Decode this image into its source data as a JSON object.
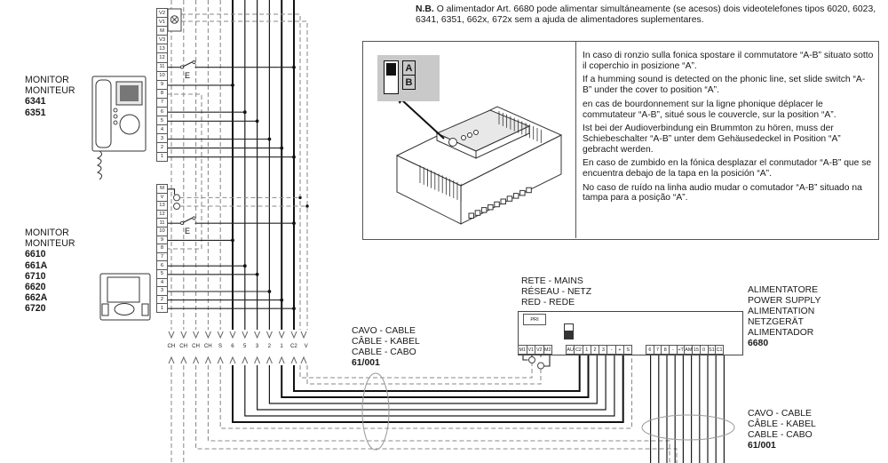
{
  "note": {
    "prefix": "N.B.",
    "text": "O alimentador Art. 6680 pode alimentar simultáneamente (se acesos) dois videotelefones tipos 6020, 6023, 6341, 6351, 662x, 672x sem a ajuda de alimentadores suplementares."
  },
  "instructions": {
    "paragraphs": [
      "In caso di ronzio sulla fonica spostare il commutatore “A-B” situato sotto il coperchio  in posizione “A”.",
      "If a humming sound is detected on the phonic line, set slide switch “A-B” under the cover to position “A”.",
      "en cas de bourdonnement sur la ligne phonique déplacer le commutateur “A-B”, situé sous le couvercle, sur la position “A”.",
      "Ist bei der Audioverbindung ein Brummton zu hören, muss der Schiebeschalter “A-B” unter dem Gehäusedeckel in Position “A” gebracht werden.",
      "En caso de zumbido en la fónica desplazar el conmutador “A-B” que se encuentra debajo de la tapa en la posición “A”.",
      "No caso de ruído na linha audio mudar o comutador “A-B” situado na tampa para a posição “A”."
    ]
  },
  "inset": {
    "switch_a": "A",
    "switch_b": "B"
  },
  "monitor1": {
    "titles": [
      "MONITOR",
      "MONITEUR"
    ],
    "models": [
      "6341",
      "6351"
    ],
    "terminals": [
      "V2",
      "V1",
      "M",
      "V3",
      "13",
      "12",
      "11",
      "10",
      "9",
      "8",
      "7",
      "6",
      "5",
      "4",
      "3",
      "2",
      "1"
    ]
  },
  "monitor2": {
    "titles": [
      "MONITOR",
      "MONITEUR"
    ],
    "models": [
      "6610",
      "661A",
      "6710",
      "6620",
      "662A",
      "6720"
    ],
    "terminals": [
      "M",
      "V",
      "13",
      "12",
      "11",
      "10",
      "9",
      "8",
      "7",
      "6",
      "5",
      "4",
      "3",
      "2",
      "1"
    ]
  },
  "switch_label": "E",
  "wire_labels": [
    "CH",
    "CH",
    "CH",
    "CH",
    "S",
    "6",
    "5",
    "3",
    "2",
    "1",
    "C2",
    "V"
  ],
  "cable_mid": {
    "lines": [
      "CAVO - CABLE",
      "CÂBLE - KABEL",
      "CABLE - CABO"
    ],
    "code": "61/001"
  },
  "cable_right": {
    "lines": [
      "CAVO - CABLE",
      "CÂBLE - KABEL",
      "CABLE - CABO"
    ],
    "code": "61/001"
  },
  "mains": {
    "lines": [
      "RETE - MAINS",
      "RÉSEAU - NETZ",
      "RED - REDE"
    ]
  },
  "power_supply": {
    "labels": [
      "ALIMENTATORE",
      "POWER SUPPLY",
      "ALIMENTATION",
      "NETZGERÄT",
      "ALIMENTADOR"
    ],
    "model": "6680",
    "pri_label": "PRI",
    "switch_a": "A",
    "switch_b": "B",
    "terminals_group1": [
      "M1",
      "V1",
      "V2",
      "M2"
    ],
    "terminals_group2": [
      "AU",
      "C2",
      "1",
      "2",
      "3",
      "-",
      "+",
      "S"
    ],
    "terminals_group3": [
      "6",
      "7",
      "8",
      "-",
      "+T",
      "AM",
      "15",
      "0",
      "S1",
      "C1"
    ]
  }
}
